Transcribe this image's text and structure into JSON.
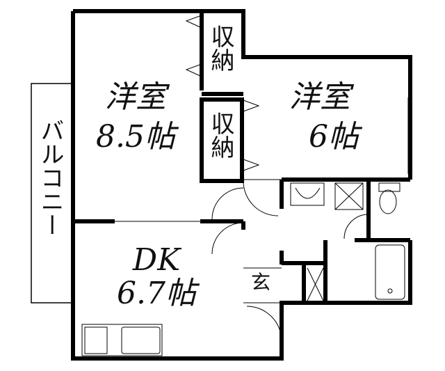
{
  "rooms": {
    "western_large": {
      "name": "洋室",
      "size": "8.5帖"
    },
    "western_small": {
      "name": "洋室",
      "size": "6帖"
    },
    "closet_upper": {
      "name": "収納"
    },
    "closet_lower": {
      "name": "収納"
    },
    "dk": {
      "name": "DK",
      "size": "6.7帖"
    },
    "balcony": {
      "name": "バルコニー"
    },
    "entrance": {
      "name": "玄"
    }
  }
}
